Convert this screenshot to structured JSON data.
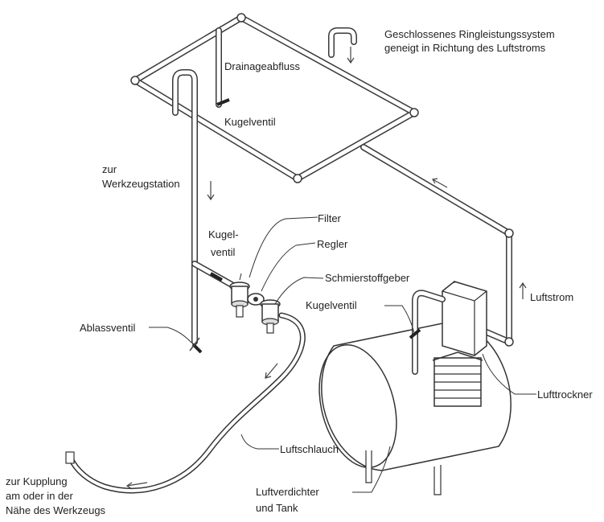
{
  "labels": {
    "system_line1": "Geschlossenes Ringleistungssystem",
    "system_line2": "geneigt in Richtung des Luftstroms",
    "drainage": "Drainageabfluss",
    "kugelventil_top": "Kugelventil",
    "zur_werkzeug_line1": "zur",
    "zur_werkzeug_line2": "Werkzeugstation",
    "filter": "Filter",
    "kugel_line1": "Kugel-",
    "kugel_line2": "ventil",
    "regler": "Regler",
    "schmier": "Schmierstoffgeber",
    "kugelventil_right": "Kugelventil",
    "luftstrom": "Luftstrom",
    "ablass": "Ablassventil",
    "lufttrockner": "Lufttrockner",
    "luftschlauch": "Luftschlauch",
    "kupplung_line1": "zur Kupplung",
    "kupplung_line2": "am oder in der",
    "kupplung_line3": "Nähe des Werkzeugs",
    "verdichter_line1": "Luftverdichter",
    "verdichter_line2": "und Tank"
  }
}
